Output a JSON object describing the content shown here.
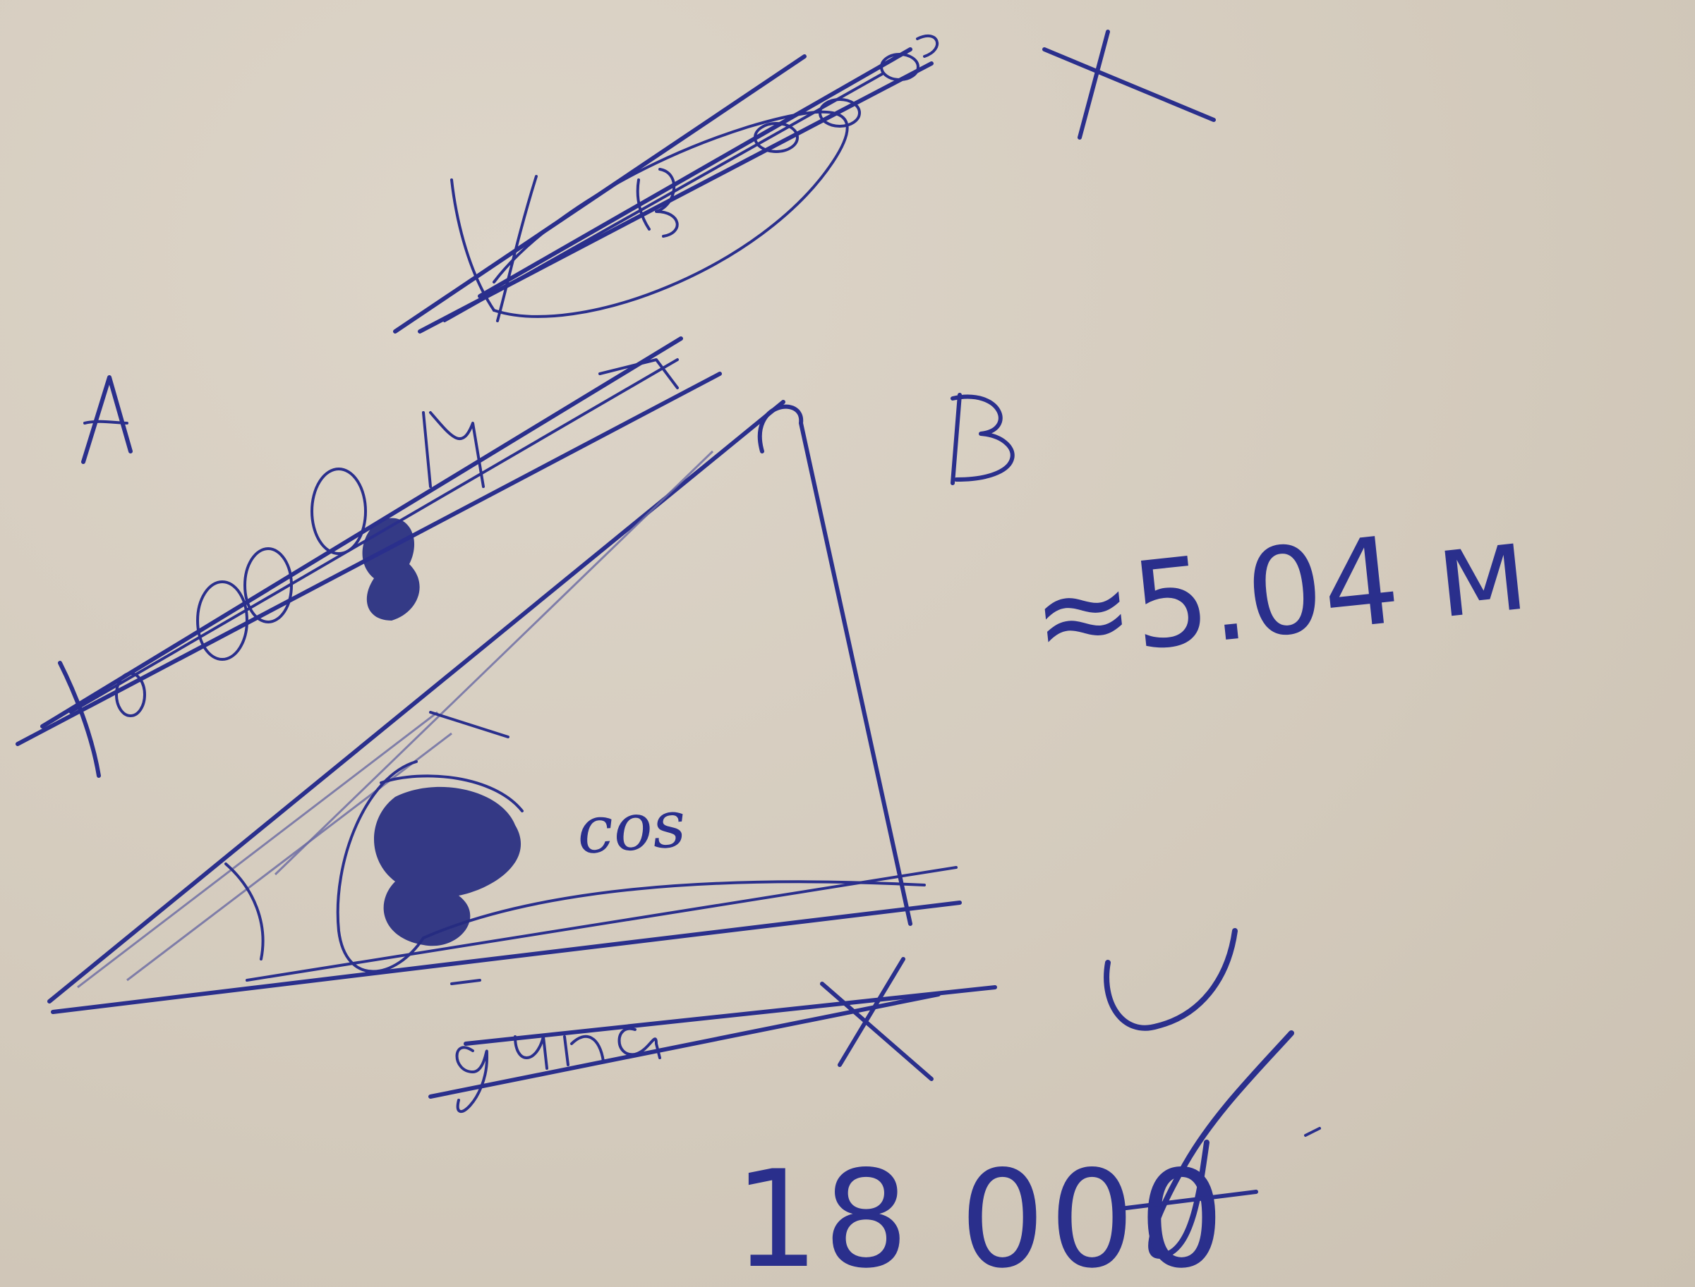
{
  "image": {
    "kind": "photo of handwritten sketch on paper",
    "paper_color": "#d6cdc0",
    "ink_color": "#2a2f8c"
  },
  "labels": {
    "vertex_a": "A",
    "vertex_b": "B",
    "top_right_x": "X",
    "length": "≈5.04 м",
    "cos_word": "cos",
    "right_y": "y",
    "bottom_value": "18 000"
  }
}
